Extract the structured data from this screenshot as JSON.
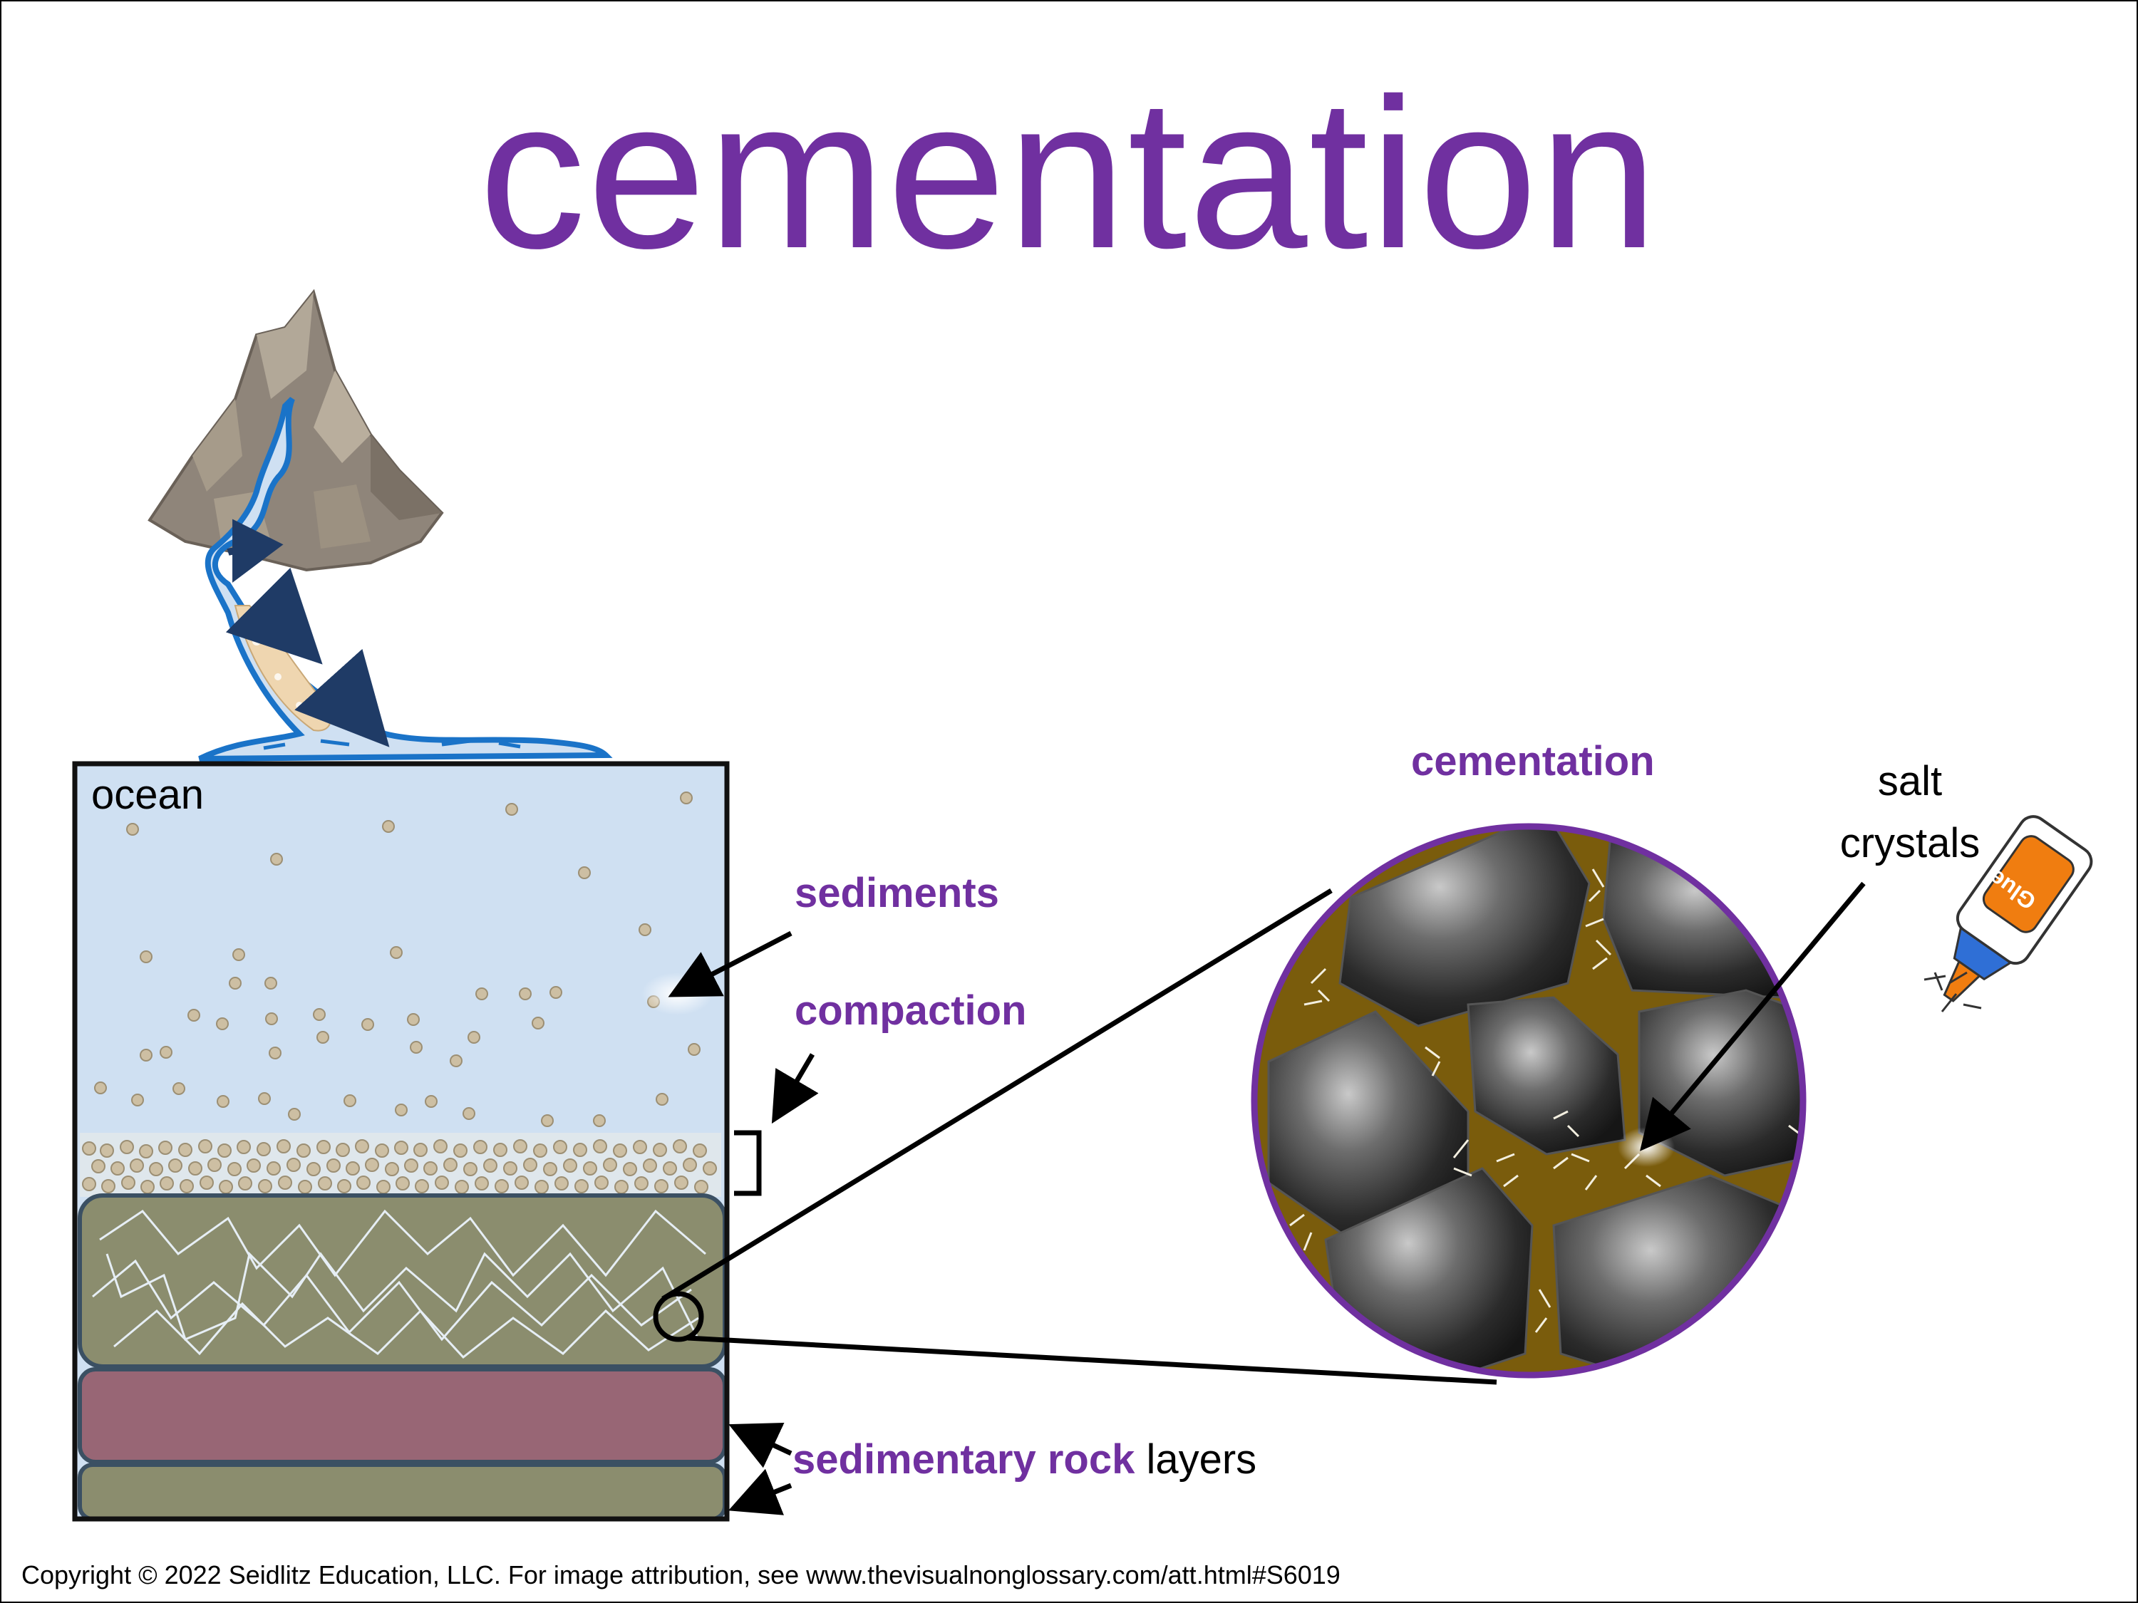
{
  "title": "cementation",
  "labels": {
    "ocean": "ocean",
    "sediments": "sediments",
    "compaction": "compaction",
    "cementation": "cementation",
    "salt_crystals_line1": "salt",
    "salt_crystals_line2": "crystals",
    "sedimentary_rock": "sedimentary rock",
    "layers": "layers",
    "glue": "Glue"
  },
  "footer": {
    "copyright": "Copyright © 2022 Seidlitz Education, LLC.  For image attribution, see www.thevisualnonglossary.com/att.html#S6019"
  },
  "colors": {
    "title": "#7030a0",
    "ocean": "#cfe0f2",
    "sediment": "#cdbfa3",
    "green_layer": "#8b8d6e",
    "mauve_layer": "#986675",
    "cement": "#7a5c0c",
    "circle_border": "#7030a0",
    "river": "#1a73c8"
  }
}
